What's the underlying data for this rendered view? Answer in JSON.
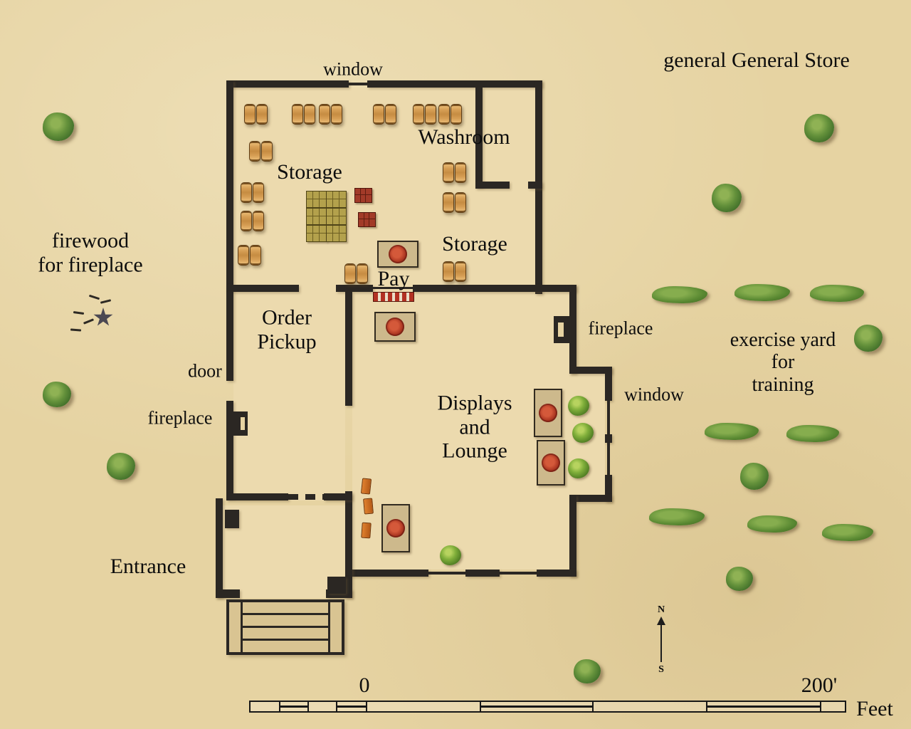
{
  "title": "general General Store",
  "rooms": {
    "washroom": "Washroom",
    "storage_upper": "Storage",
    "storage_right": "Storage",
    "pay": "Pay",
    "order_pickup": [
      "Order",
      "Pickup"
    ],
    "displays_lounge": [
      "Displays",
      "and",
      "Lounge"
    ],
    "entrance": "Entrance"
  },
  "features": {
    "window_top": "window",
    "window_right": "window",
    "door": "door",
    "fireplace_left": "fireplace",
    "fireplace_right": "fireplace"
  },
  "annotations": {
    "firewood": [
      "firewood",
      "for fireplace"
    ],
    "exercise_yard": [
      "exercise yard",
      "for",
      "training"
    ]
  },
  "scale_bar": {
    "zero_label": "0",
    "end_label": "200'",
    "unit_label": "Feet"
  },
  "compass": {
    "north_label": "N",
    "south_label": "S"
  },
  "colors": {
    "background": "#e6d3a2",
    "wall": "#2b2723",
    "text": "#0d0d0d"
  }
}
